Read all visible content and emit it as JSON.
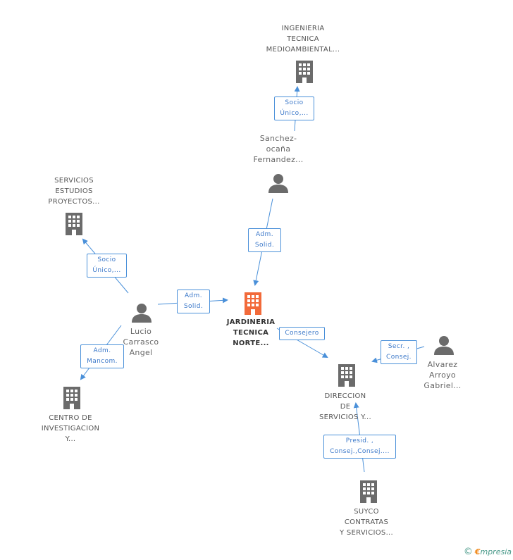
{
  "colors": {
    "edge": "#4a90d9",
    "main_node": "#f26a3a",
    "node": "#6b6b6b"
  },
  "nodes": {
    "main": {
      "label": "JARDINERIA\nTECNICA\nNORTE...",
      "icon": "building-icon"
    },
    "ingenieria": {
      "label": "INGENIERIA\nTECNICA\nMEDIOAMBIENTAL...",
      "icon": "building-icon"
    },
    "sanchez": {
      "label": "Sanchez-\nocaña\nFernandez...",
      "icon": "person-icon"
    },
    "servicios_estudios": {
      "label": "SERVICIOS\nESTUDIOS\nPROYECTOS...",
      "icon": "building-icon"
    },
    "lucio": {
      "label": "Lucio\nCarrasco\nAngel",
      "icon": "person-icon"
    },
    "centro": {
      "label": "CENTRO DE\nINVESTIGACION\nY...",
      "icon": "building-icon"
    },
    "direccion": {
      "label": "DIRECCION\nDE\nSERVICIOS Y...",
      "icon": "building-icon"
    },
    "alvarez": {
      "label": "Alvarez\nArroyo\nGabriel...",
      "icon": "person-icon"
    },
    "suyco": {
      "label": "SUYCO\nCONTRATAS\nY SERVICIOS...",
      "icon": "building-icon"
    }
  },
  "edges": {
    "sanchez_ingenieria": "Socio\nÚnico,...",
    "sanchez_main": "Adm.\nSolid.",
    "lucio_servicios": "Socio\nÚnico,...",
    "lucio_main": "Adm.\nSolid.",
    "lucio_centro": "Adm.\nMancom.",
    "main_direccion": "Consejero",
    "alvarez_direccion": "Secr. ,\nConsej.",
    "suyco_direccion": "Presid. ,\nConsej.,Consej...."
  },
  "footer": {
    "copyright": "©",
    "brand_initial": "€",
    "brand_rest": "mpresia"
  }
}
